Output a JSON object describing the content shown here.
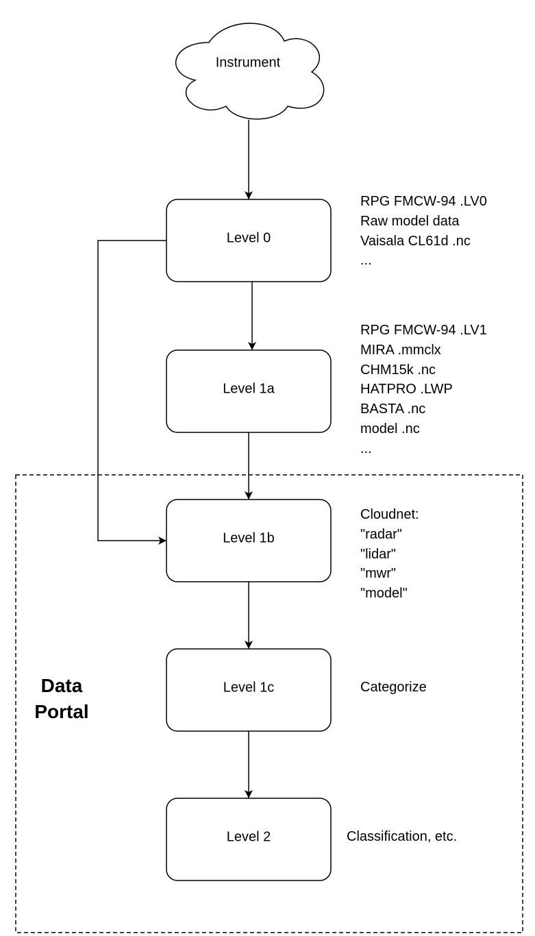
{
  "cloud": {
    "label": "Instrument"
  },
  "levels": [
    {
      "label": "Level 0"
    },
    {
      "label": "Level 1a"
    },
    {
      "label": "Level 1b"
    },
    {
      "label": "Level 1c"
    },
    {
      "label": "Level 2"
    }
  ],
  "notes": {
    "level0": [
      "RPG FMCW-94 .LV0",
      "Raw model data",
      "Vaisala CL61d .nc",
      "..."
    ],
    "level1a": [
      "RPG FMCW-94 .LV1",
      "MIRA .mmclx",
      "CHM15k .nc",
      "HATPRO .LWP",
      "BASTA .nc",
      "model .nc",
      "..."
    ],
    "level1b": [
      "Cloudnet:",
      "\"radar\"",
      "\"lidar\"",
      "\"mwr\"",
      "\"model\""
    ],
    "level1c": [
      "Categorize"
    ],
    "level2": [
      "Classification, etc."
    ]
  },
  "portal": {
    "title": "Data\nPortal"
  }
}
